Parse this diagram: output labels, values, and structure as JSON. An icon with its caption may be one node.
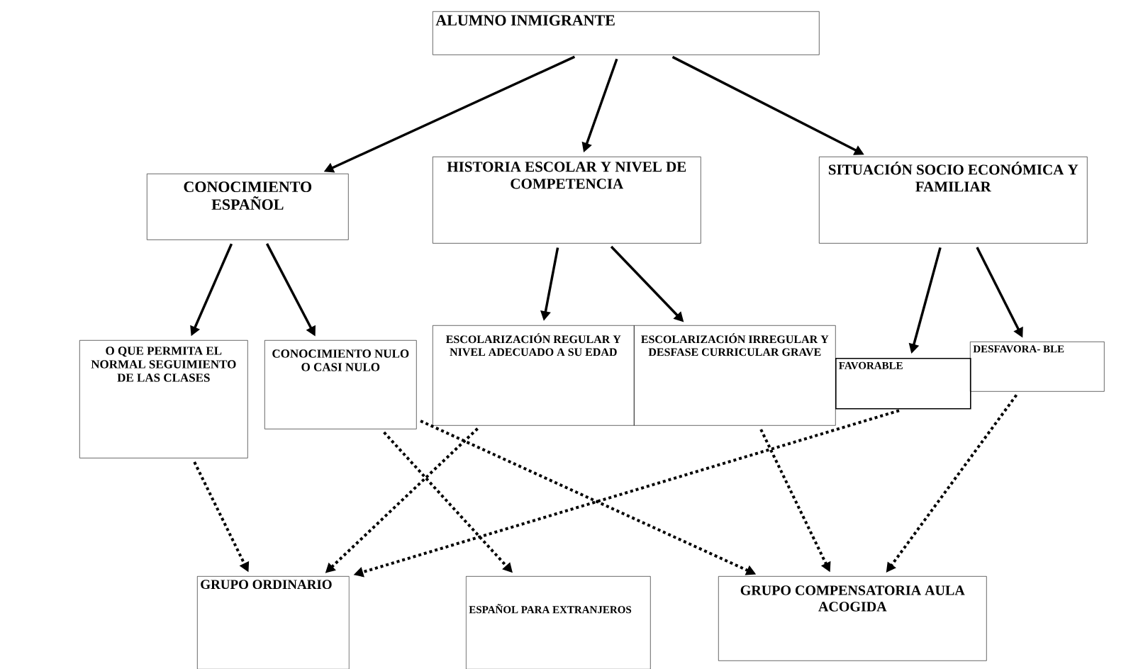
{
  "diagram": {
    "nodes": [
      {
        "text": [
          "ALUMNO INMIGRANTE"
        ]
      },
      {
        "text": [
          "CONOCIMIENTO ESPAÑOL"
        ]
      },
      {
        "text": [
          "HISTORIA ESCOLAR Y NIVEL DE COMPETENCIA"
        ]
      },
      {
        "text": [
          "SITUACIÓN SOCIO ECONÓMICA Y FAMILIAR"
        ]
      },
      {
        "text": [
          "O QUE PERMITA EL NORMAL SEGUIMIENTO DE LAS CLASES"
        ]
      },
      {
        "text": [
          "CONOCIMIENTO NULO O CASI NULO"
        ]
      },
      {
        "text": [
          "ESCOLARIZACIÓN REGULAR Y NIVEL ADECUADO A SU EDAD"
        ]
      },
      {
        "text": [
          "ESCOLARIZACIÓN IRREGULAR Y DESFASE CURRICULAR GRAVE"
        ]
      },
      {
        "text": [
          "FAVORABLE"
        ]
      },
      {
        "text": [
          "DESFAVORA- BLE"
        ]
      },
      {
        "text": [
          "GRUPO ORDINARIO"
        ]
      },
      {
        "text": [
          "ESPAÑOL PARA EXTRANJEROS"
        ]
      },
      {
        "text": [
          "GRUPO COMPENSATORIA AULA ACOGIDA"
        ]
      }
    ],
    "edges": [
      {
        "from": 0,
        "to": 1,
        "arrow": "to"
      },
      {
        "from": 0,
        "to": 2,
        "arrow": "to"
      },
      {
        "from": 0,
        "to": 3,
        "arrow": "to"
      },
      {
        "from": 1,
        "to": 4,
        "arrow": "to"
      },
      {
        "from": 1,
        "to": 5,
        "arrow": "to"
      },
      {
        "from": 2,
        "to": 6,
        "arrow": "to"
      },
      {
        "from": 2,
        "to": 7,
        "arrow": "to"
      },
      {
        "from": 3,
        "to": 8,
        "arrow": "to"
      },
      {
        "from": 3,
        "to": 9,
        "arrow": "to"
      },
      {
        "from": 4,
        "to": 10,
        "arrow": "to",
        "style": "dashed"
      },
      {
        "from": 5,
        "to": 11,
        "arrow": "to",
        "style": "dashed"
      },
      {
        "from": 5,
        "to": 12,
        "arrow": "to",
        "style": "dashed"
      },
      {
        "from": 6,
        "to": 10,
        "arrow": "to",
        "style": "dashed"
      },
      {
        "from": 7,
        "to": 12,
        "arrow": "to",
        "style": "dashed"
      },
      {
        "from": 8,
        "to": 10,
        "arrow": "to",
        "style": "dashed"
      },
      {
        "from": 9,
        "to": 12,
        "arrow": "to",
        "style": "dashed"
      }
    ]
  }
}
